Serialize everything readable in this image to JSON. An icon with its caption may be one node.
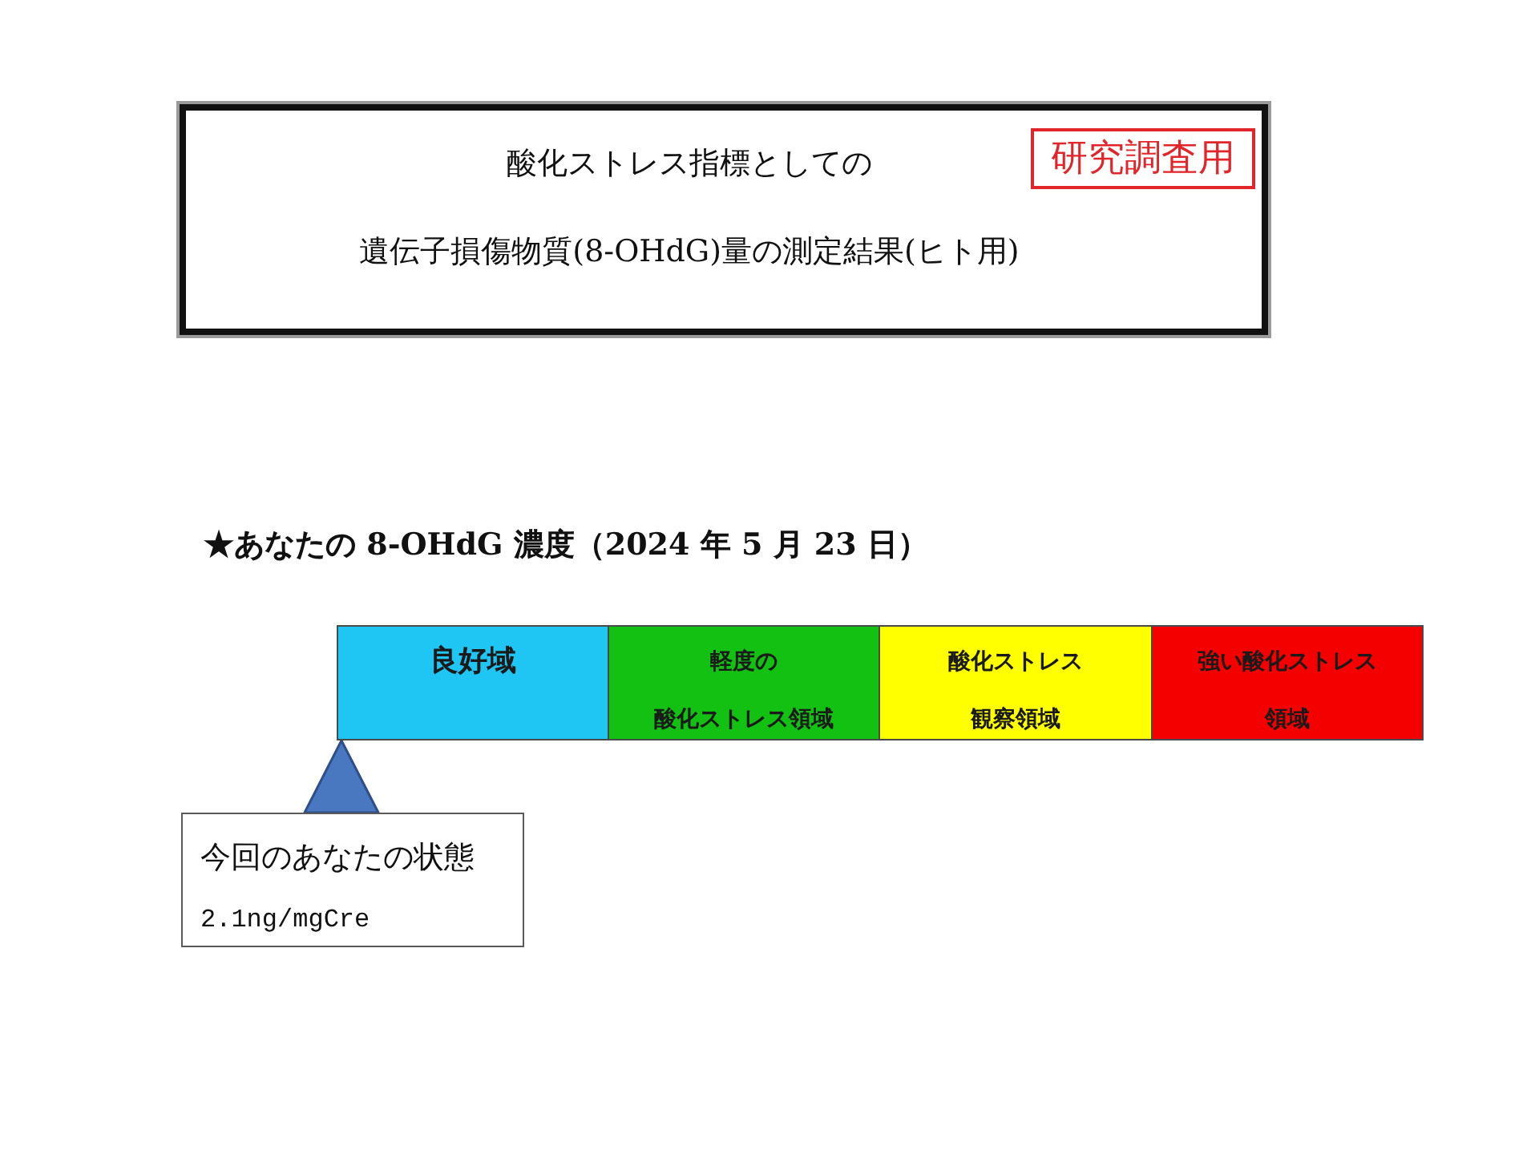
{
  "diagram": {
    "nodes": [
      {
        "text": [
          "酸化ストレス指標としての遺伝子損傷物質(8-OHdG)量の測定結果(ヒト用)"
        ]
      },
      {
        "text": [
          "研究調査用"
        ],
        "in": 0
      },
      {
        "text": [
          "良好域"
        ]
      },
      {
        "text": [
          "軽度の酸化ストレス領域"
        ]
      },
      {
        "text": [
          "酸化ストレス観察領域"
        ]
      },
      {
        "text": [
          "強い酸化ストレス領域"
        ]
      },
      {
        "text": [
          "今回のあなたの状態",
          "2.1ng/mgCre"
        ]
      }
    ],
    "edges": [
      {
        "from": 6,
        "to": 2,
        "arrow": "to"
      }
    ],
    "labels": [
      "★あなたの 8-OHdG 濃度（2024 年 5 月 23 日）"
    ]
  }
}
